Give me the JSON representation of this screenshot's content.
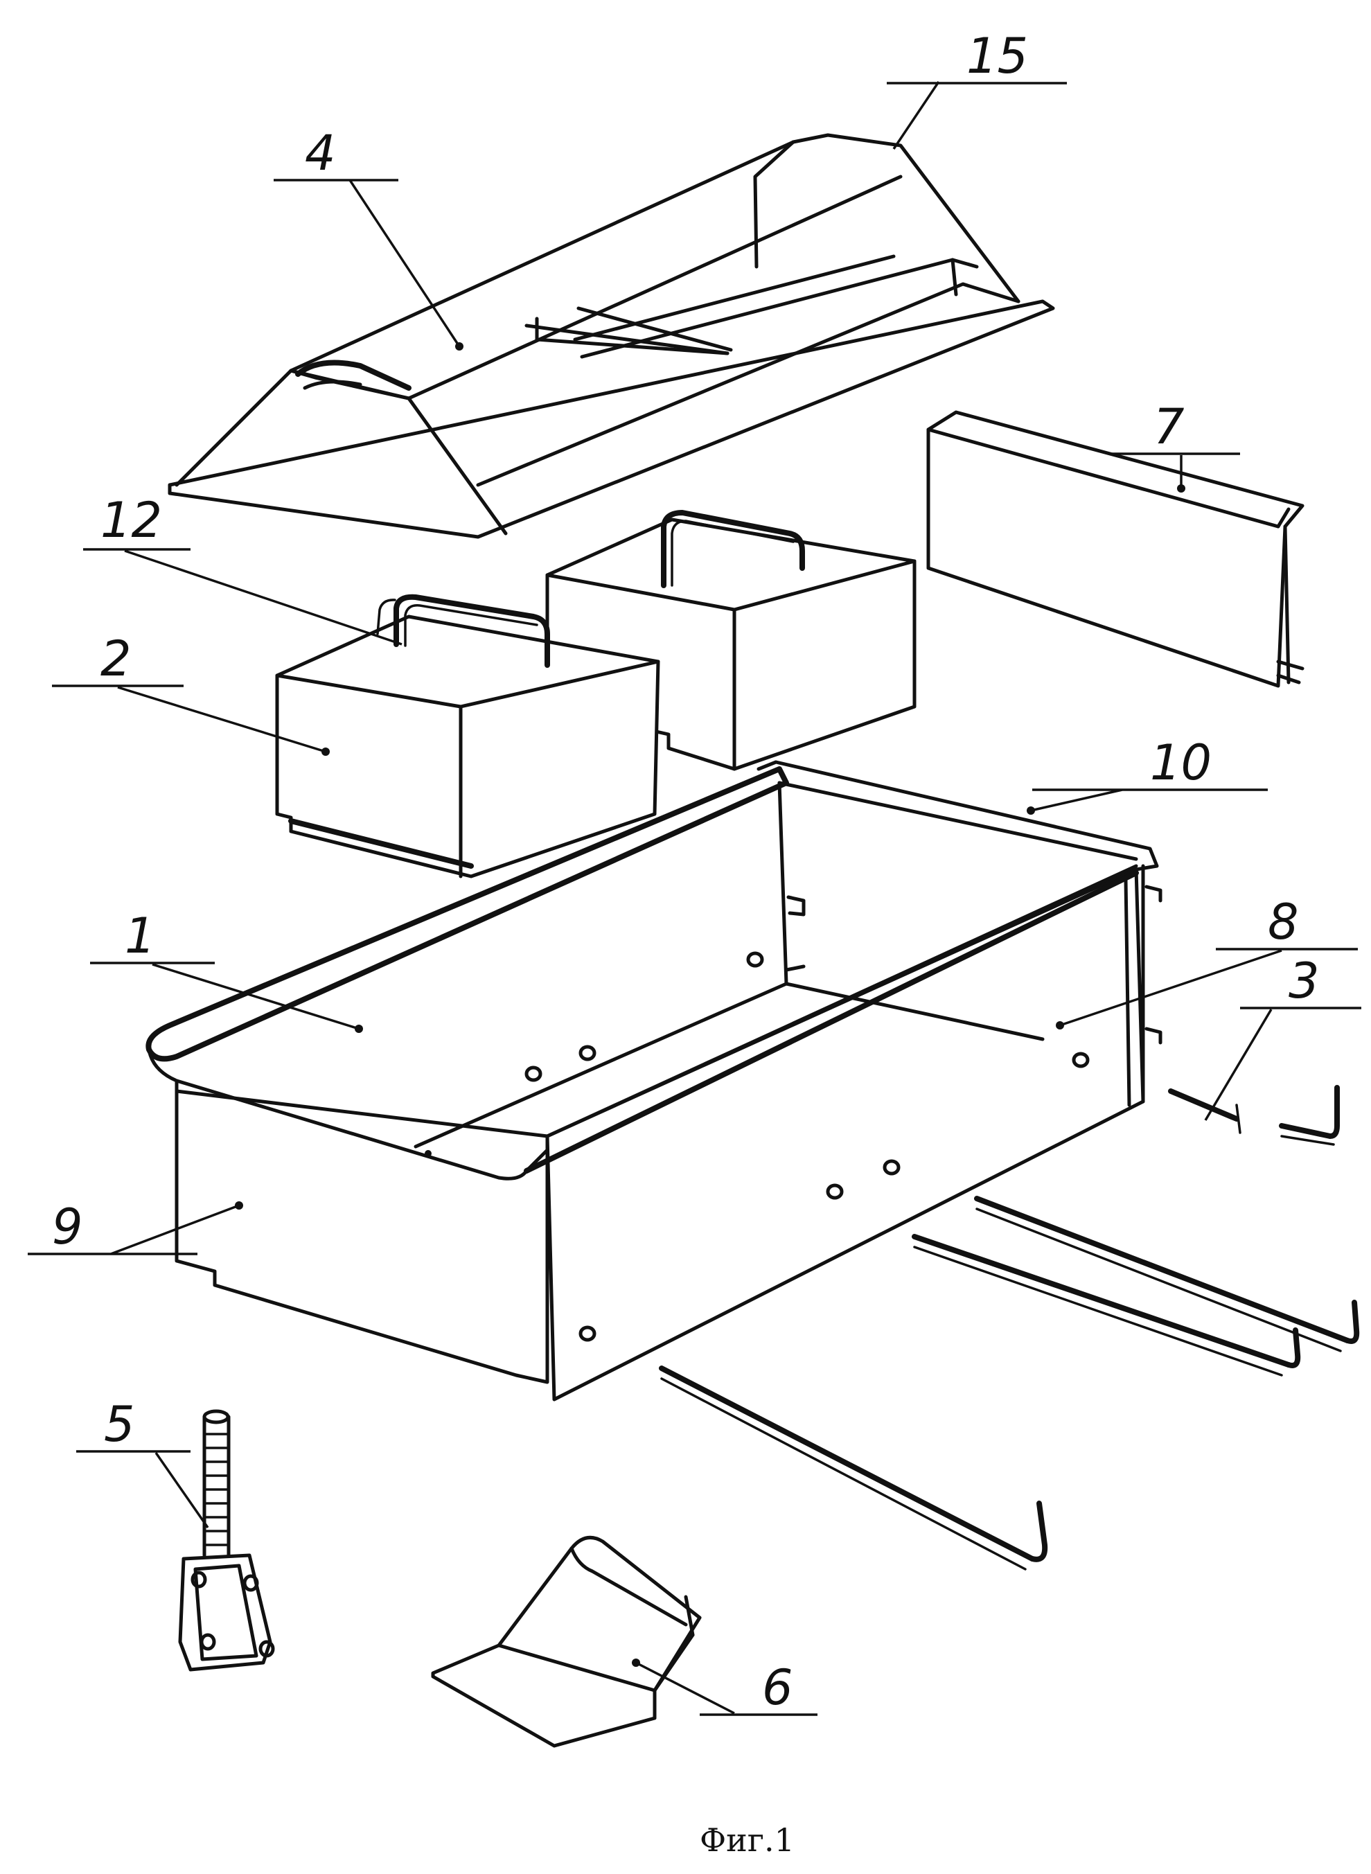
{
  "figure": {
    "caption": "Фиг.1",
    "labels": {
      "part_1": "1",
      "part_2": "2",
      "part_3": "3",
      "part_4": "4",
      "part_5": "5",
      "part_6": "6",
      "part_7": "7",
      "part_8": "8",
      "part_9": "9",
      "part_10": "10",
      "part_12": "12",
      "part_15": "15"
    }
  }
}
